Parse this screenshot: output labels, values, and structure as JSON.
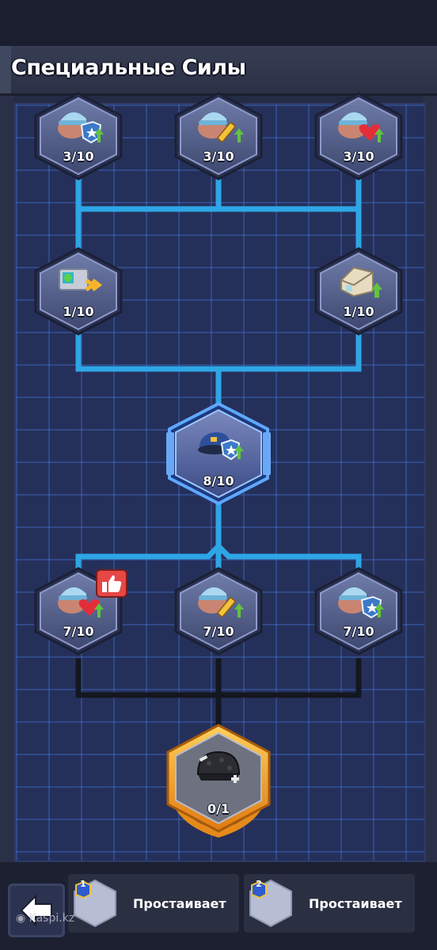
{
  "header": {
    "title": "Специальные Силы"
  },
  "nodes": [
    {
      "id": "r1-left",
      "level": "3/10",
      "icon": "helmet-fist-shield-icon",
      "state": "normal"
    },
    {
      "id": "r1-mid",
      "level": "3/10",
      "icon": "helmet-fist-sword-icon",
      "state": "normal"
    },
    {
      "id": "r1-right",
      "level": "3/10",
      "icon": "helmet-fist-heart-icon",
      "state": "normal"
    },
    {
      "id": "r2-left",
      "level": "1/10",
      "icon": "supply-crate-speed-icon",
      "state": "normal"
    },
    {
      "id": "r2-right",
      "level": "1/10",
      "icon": "building-upgrade-icon",
      "state": "normal"
    },
    {
      "id": "center",
      "level": "8/10",
      "icon": "officer-cap-shield-icon",
      "state": "active"
    },
    {
      "id": "r4-left",
      "level": "7/10",
      "icon": "helmet-fist-heart-icon",
      "state": "normal",
      "badge": "thumbs-up-icon"
    },
    {
      "id": "r4-mid",
      "level": "7/10",
      "icon": "helmet-fist-sword-icon",
      "state": "normal"
    },
    {
      "id": "r4-right",
      "level": "7/10",
      "icon": "helmet-fist-shield-icon",
      "state": "normal"
    },
    {
      "id": "ultimate",
      "level": "0/1",
      "icon": "combat-helmet-icon",
      "state": "gold-locked"
    }
  ],
  "bottom_bar": {
    "back_icon": "back-arrow-icon",
    "slots": [
      {
        "number": "1",
        "label": "Простаивает"
      },
      {
        "number": "2",
        "label": "Простаивает"
      }
    ]
  },
  "watermark": "Kaspi.kz",
  "colors": {
    "connector_active": "#2ea6e6",
    "connector_inactive": "#14171f",
    "gold": "#f3a227",
    "active_glow": "#3b86ff"
  }
}
